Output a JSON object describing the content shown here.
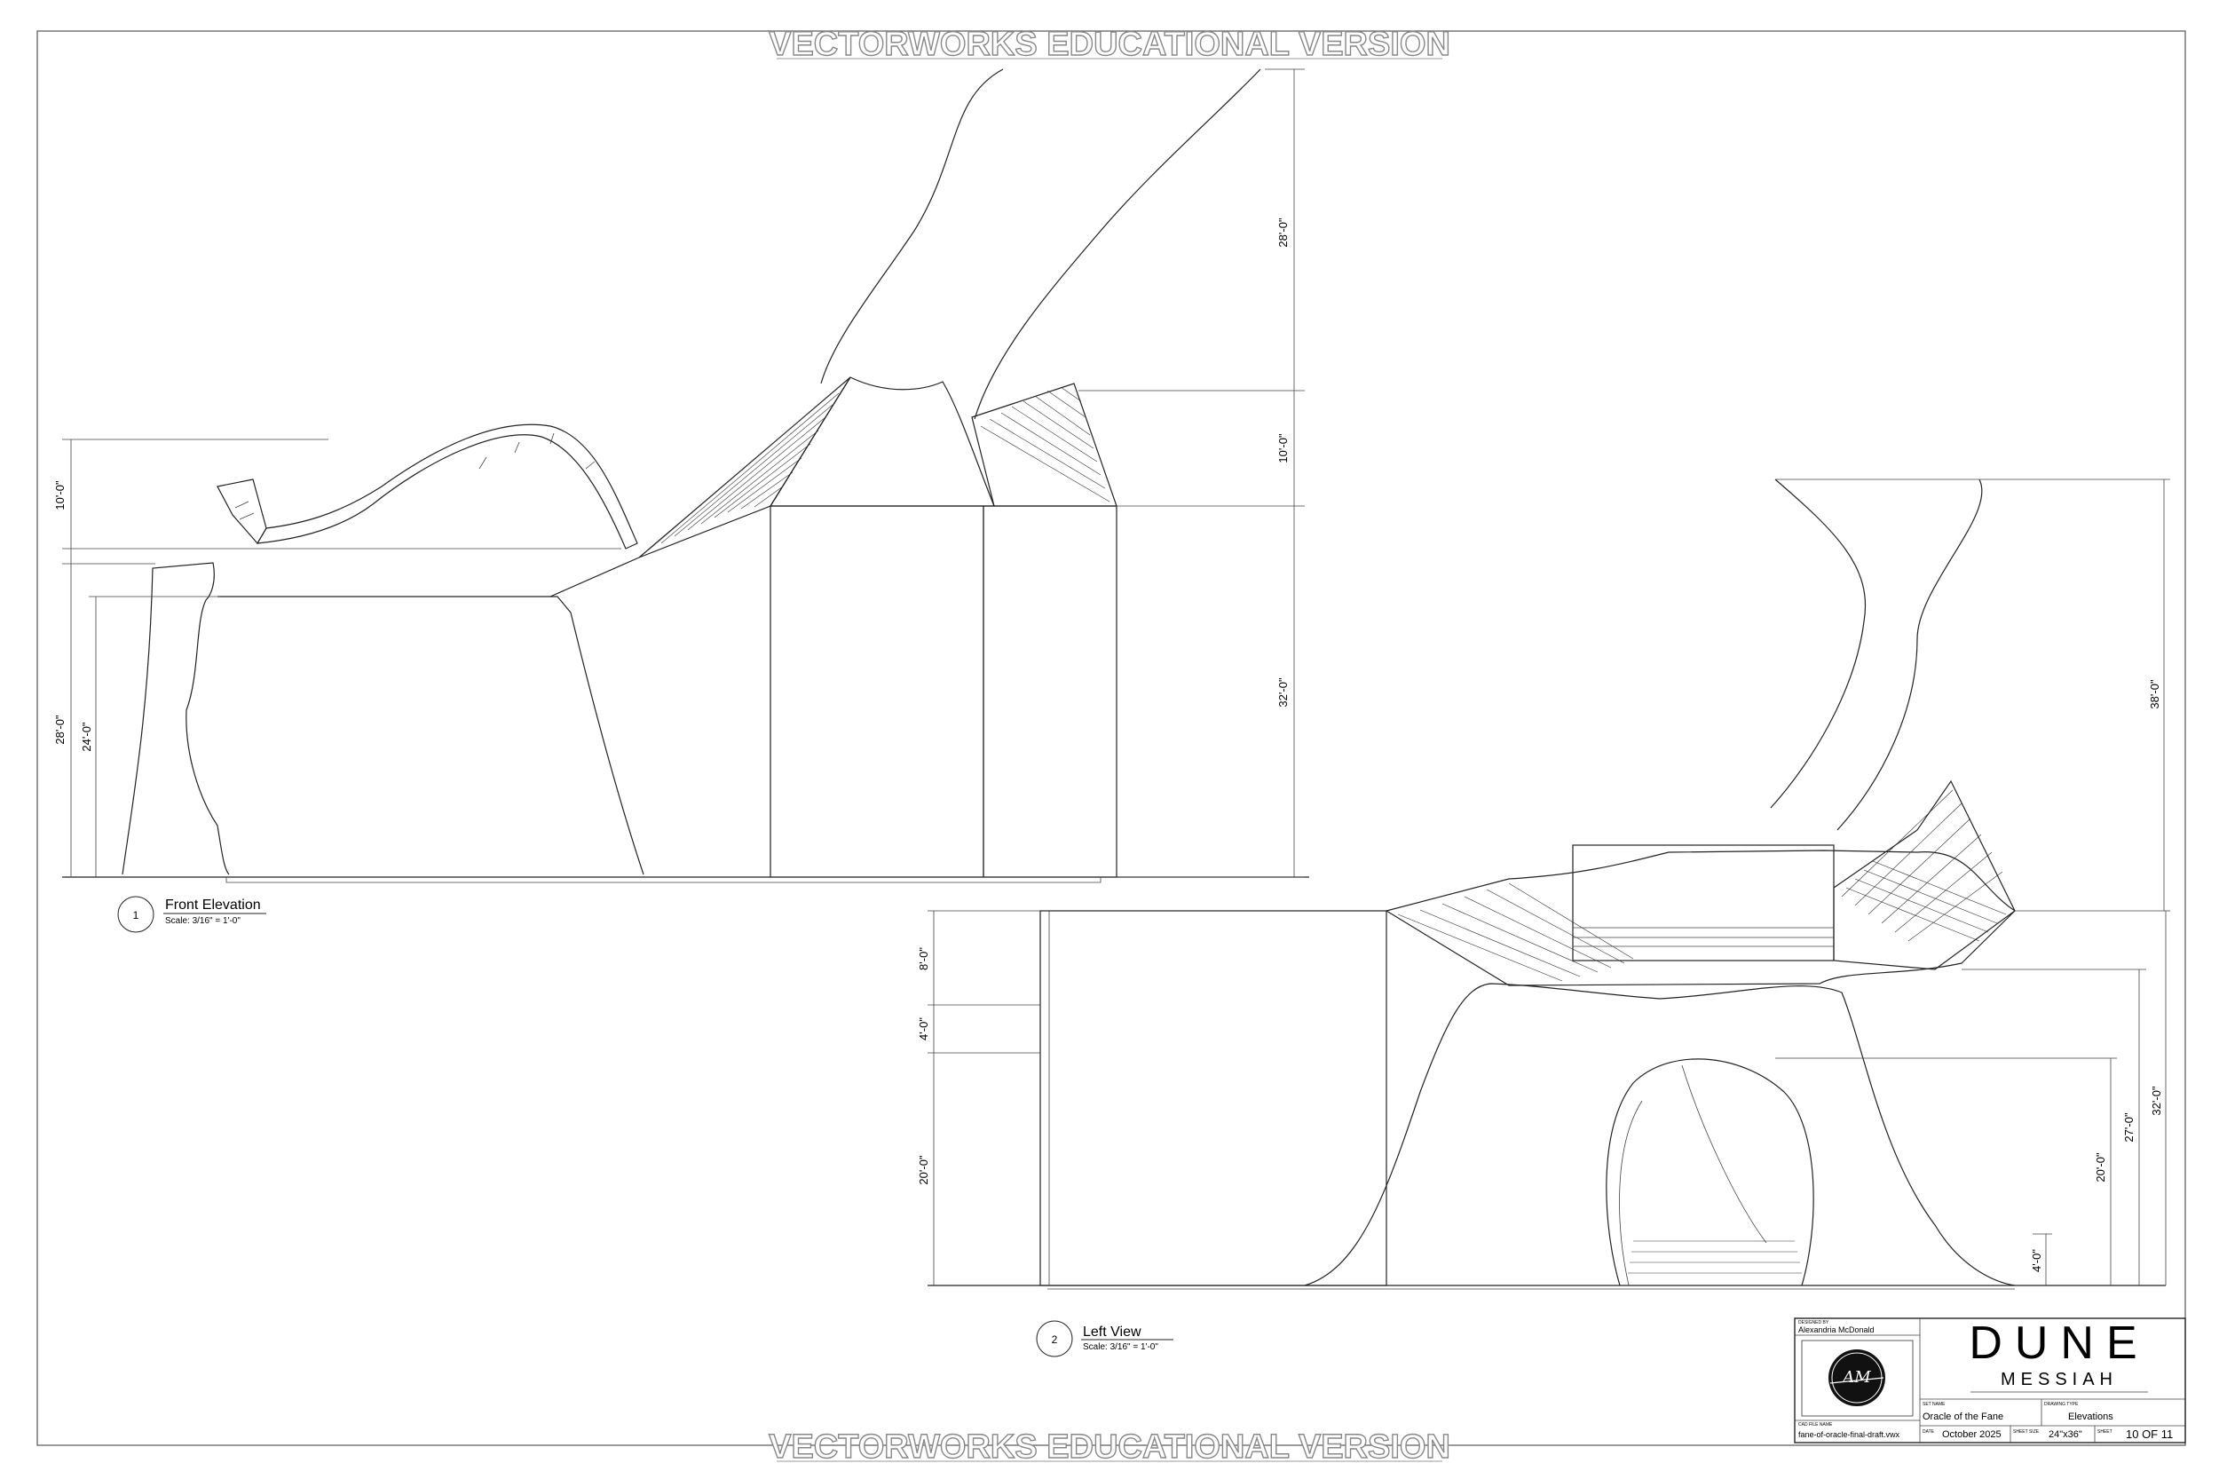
{
  "watermark": {
    "top": "VECTORWORKS EDUCATIONAL VERSION",
    "bottom": "VECTORWORKS EDUCATIONAL VERSION"
  },
  "front_elevation": {
    "number": "1",
    "title": "Front Elevation",
    "scale": "Scale: 3/16\" = 1'-0\"",
    "dimensions": {
      "d28_top": "28'-0\"",
      "d10_mid": "10'-0\"",
      "d32_right": "32'-0\"",
      "d10_left": "10'-0\"",
      "d28_left": "28'-0\"",
      "d24_left": "24'-0\""
    }
  },
  "left_view": {
    "number": "2",
    "title": "Left View",
    "scale": "Scale: 3/16\" = 1'-0\"",
    "dimensions": {
      "d38_right": "38'-0\"",
      "d32_right": "32'-0\"",
      "d27_right": "27'-0\"",
      "d20_right": "20'-0\"",
      "d4_right": "4'-0\"",
      "d8_left": "8'-0\"",
      "d4_left": "4'-0\"",
      "d20_left": "20'-0\""
    }
  },
  "title_block": {
    "designed_by_label": "DESIGNED BY",
    "designed_by": "Alexandria McDonald",
    "logo_initials": "AM",
    "cad_file_label": "CAD FILE NAME",
    "cad_file": "fane-of-oracle-final-draft.vwx",
    "project_title": "DUNE",
    "project_subtitle": "MESSIAH",
    "set_name_label": "SET NAME",
    "set_name": "Oracle of the Fane",
    "drawing_type_label": "DRAWING TYPE",
    "drawing_type": "Elevations",
    "date_label": "DATE",
    "date": "October 2025",
    "sheet_size_label": "SHEET SIZE",
    "sheet_size": "24\"x36\"",
    "sheet_label": "SHEET",
    "sheet": "10 OF 11"
  },
  "colors": {
    "line": "#222222",
    "watermark_stroke": "#888888",
    "background": "#ffffff"
  }
}
